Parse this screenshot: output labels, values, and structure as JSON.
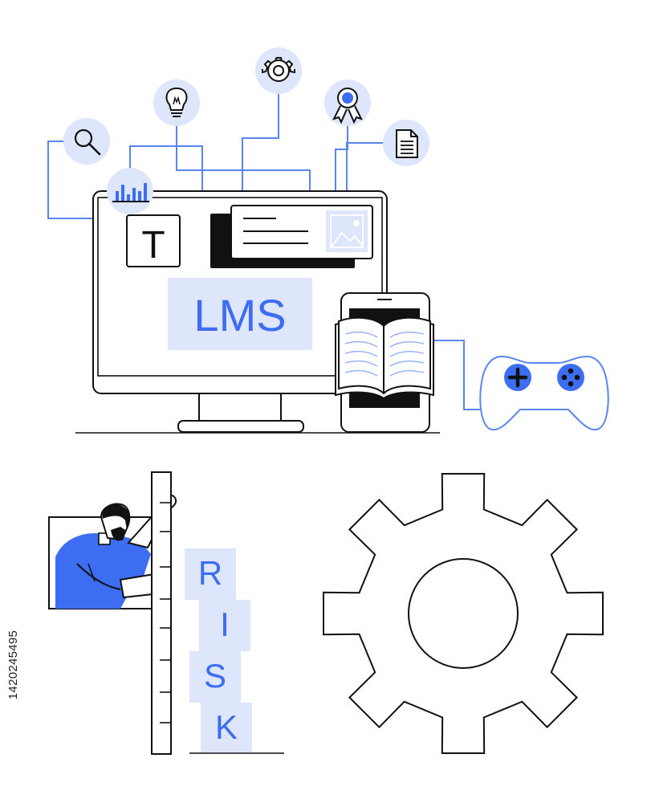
{
  "screen": {
    "lms_label": "LMS",
    "text_tile_glyph": "T",
    "risk_blocks": [
      "R",
      "I",
      "S",
      "K"
    ],
    "stock_id": "1420245495"
  },
  "icons": [
    "search-icon",
    "bar-chart-icon",
    "lightbulb-icon",
    "gear-icon",
    "award-ribbon-icon",
    "document-icon",
    "image-placeholder-icon",
    "open-book-icon",
    "gamepad-icon",
    "large-gear-icon"
  ],
  "colors": {
    "accent_blue": "#3d6df2",
    "light_blue": "#dde6fb",
    "line": "#111111"
  }
}
